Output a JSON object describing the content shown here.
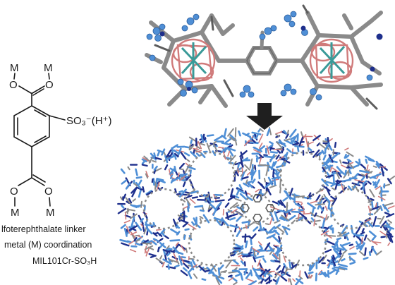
{
  "linker": {
    "top_labels": [
      "M",
      "M",
      "O",
      "O"
    ],
    "sulfo_label": "SO₃⁻(H⁺)",
    "bottom_labels": [
      "O",
      "O",
      "M",
      "M"
    ]
  },
  "caption": {
    "line1": "lfoterephthalate linker",
    "line2": "metal (M) coordination",
    "line3": "MIL101Cr-SO₃H"
  },
  "colors": {
    "bond_gray": "#8a8a8a",
    "carbon_dark": "#5c5c5c",
    "metal_teal": "#3a9a98",
    "oxygen_pink": "#d07b7b",
    "water_blue": "#4f8fd6",
    "sulfur_navy": "#1e2f8c",
    "arrow": "#1f1f1f"
  }
}
